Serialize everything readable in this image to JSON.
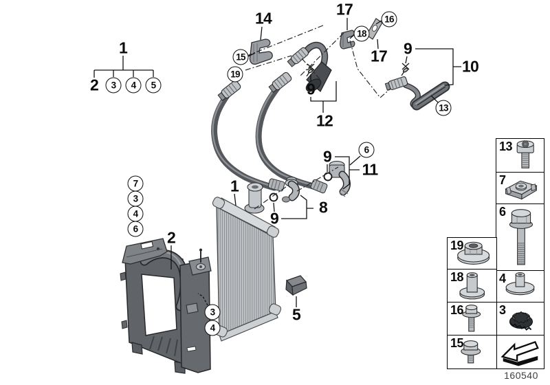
{
  "colors": {
    "background": "#ffffff",
    "line": "#0b0b0b",
    "part_light_gray": "#c3c6c9",
    "part_dark_gray": "#63676b",
    "hose_gray": "#5d6165"
  },
  "doc_number": "160540",
  "callouts": {
    "tree_parent": "1",
    "tree_child_bolt": "2",
    "tree_child_a": "3",
    "tree_child_b": "4",
    "tree_child_c": "5",
    "clamp_label": "14",
    "clip15": "15",
    "clip19": "19",
    "bracket17_top": "17",
    "washer18": "18",
    "screw16": "16",
    "bracket17_mid": "17",
    "screw9_pipe10": "9",
    "pipe10": "10",
    "hose13": "13",
    "screw9_pipe12": "9",
    "pipe12": "12",
    "oring6": "6",
    "oring9_elbow": "9",
    "elbow11": "11",
    "pipe8": "8",
    "oring9_cooler": "9",
    "cooler1": "1",
    "frame2": "2",
    "stack7": "7",
    "stack3": "3",
    "stack4": "4",
    "stack6": "6",
    "frame_clip3": "3",
    "frame_clip4": "4",
    "bracket5": "5"
  },
  "sidebar": {
    "left_column": [
      {
        "label": "19"
      },
      {
        "label": "18"
      },
      {
        "label": "16"
      },
      {
        "label": "15"
      }
    ],
    "right_column": [
      {
        "label": "13"
      },
      {
        "label": "7"
      },
      {
        "label": "6"
      },
      {
        "label": "4"
      },
      {
        "label": "3"
      },
      {
        "label": ""
      }
    ]
  }
}
